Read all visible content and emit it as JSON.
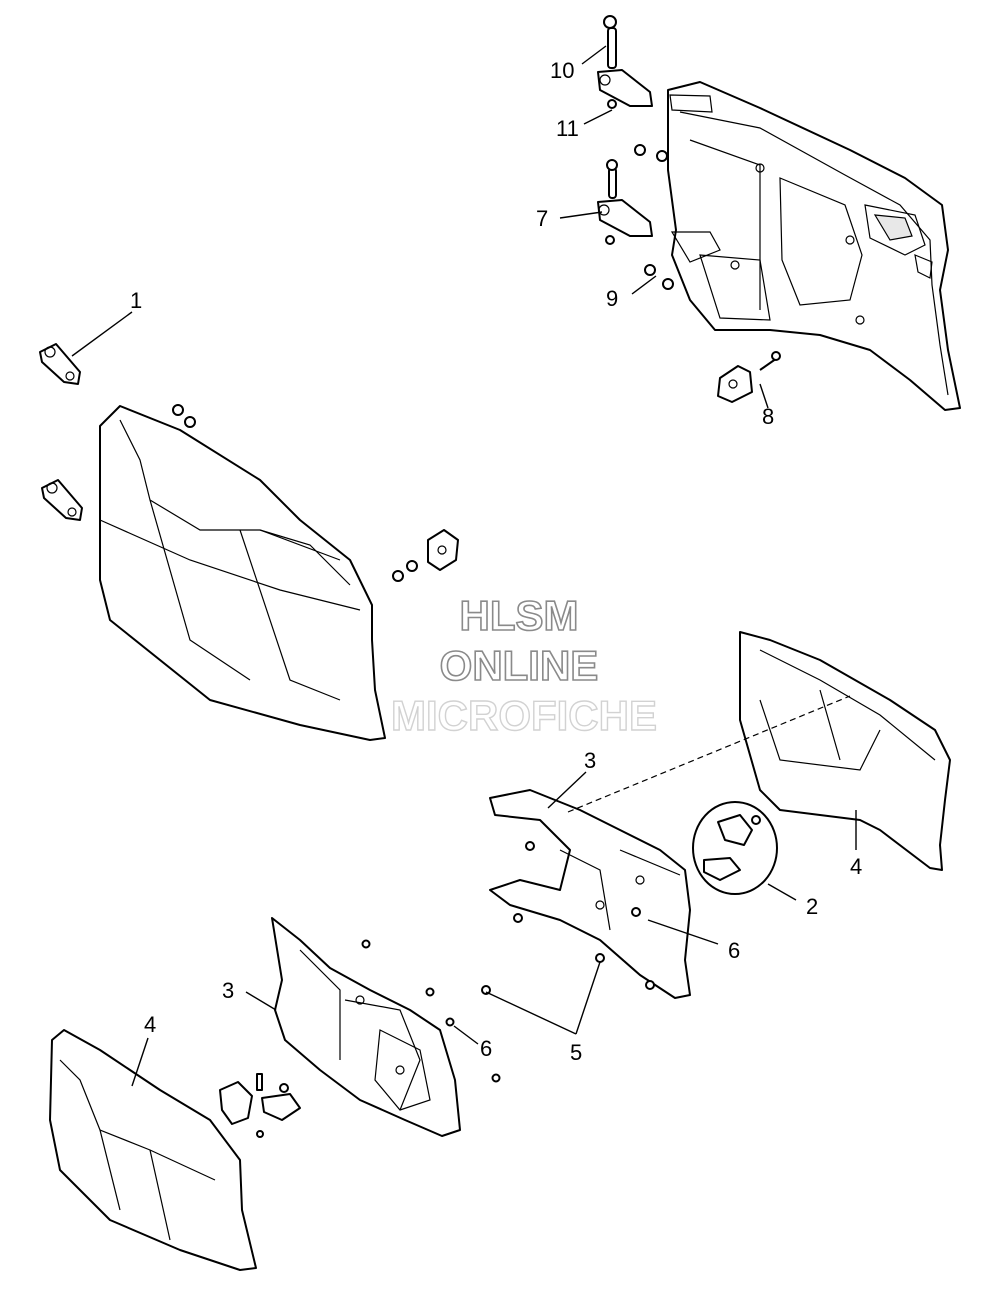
{
  "watermark": {
    "line1": "HLSM",
    "line2": "ONLINE",
    "line3": "MICROFICHE"
  },
  "callouts": [
    "1",
    "2",
    "3",
    "3",
    "4",
    "4",
    "5",
    "6",
    "6",
    "7",
    "8",
    "9",
    "10",
    "11"
  ]
}
